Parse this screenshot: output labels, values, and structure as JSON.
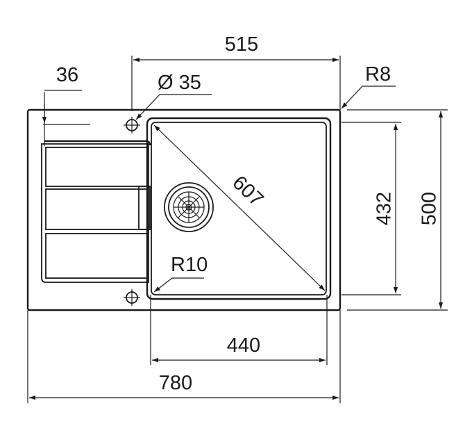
{
  "dimensions": {
    "overall_width": "780",
    "overall_depth": "500",
    "drain_area_width": "515",
    "bowl_width": "440",
    "bowl_depth": "432",
    "bowl_diagonal": "607",
    "drainboard_offset": "36",
    "tap_hole_diameter": "Ø 35",
    "outer_corner_radius": "R8",
    "bowl_corner_radius": "R10"
  },
  "colors": {
    "ink": "#1a1a1a",
    "background": "#ffffff"
  }
}
